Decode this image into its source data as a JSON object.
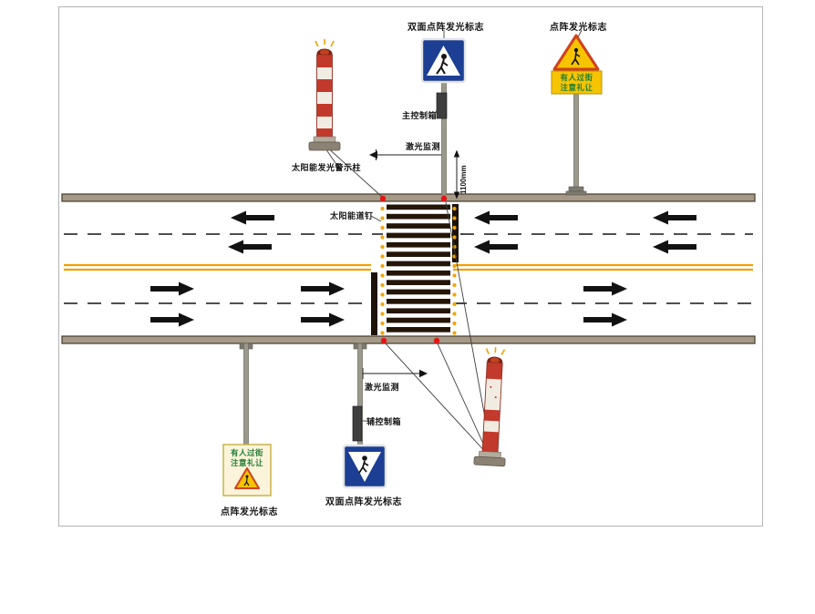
{
  "labels": {
    "double_sided_sign_top": "双面点阵发光标志",
    "matrix_sign_top_right": "点阵发光标志",
    "main_control_box": "主控制箱",
    "laser_detect_top": "激光监测",
    "dimension_1100": "1100mm",
    "solar_warning_bollard": "太阳能发光警示柱",
    "solar_road_stud": "太阳能道钉",
    "laser_detect_bottom": "激光监测",
    "aux_control_box": "辅控制箱",
    "double_sided_sign_bottom": "双面点阵发光标志",
    "matrix_sign_bottom_left": "点阵发光标志"
  },
  "sign_text": {
    "top_right_line1": "有人过街",
    "top_right_line2": "注意礼让",
    "bottom_left_line1": "有人过街",
    "bottom_left_line2": "注意礼让"
  },
  "colors": {
    "sign_blue": "#1c3f94",
    "warning_yellow": "#f6c400",
    "warning_red": "#d2401e",
    "bollard_red": "#c23a2b",
    "road_stud_orange": "#f2a400",
    "corner_dot_red": "#e81414",
    "center_line_orange": "#f0a000",
    "sign_text_green": "#1e7d32"
  }
}
